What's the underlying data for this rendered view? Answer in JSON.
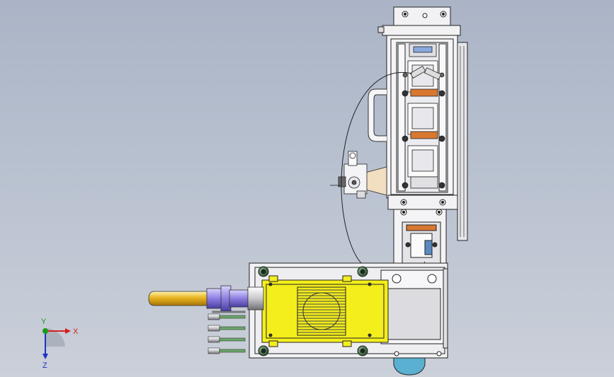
{
  "viewport": {
    "background_top": "#aab4c6",
    "background_bottom": "#cbd0d9"
  },
  "triad": {
    "x_label": "X",
    "y_label": "Y",
    "z_label": "Z",
    "x_color": "#d42020",
    "y_color": "#1a9a1a",
    "z_color": "#2030c8"
  },
  "model": {
    "housing_color": "#f4ee1c",
    "frame_color": "#f2f2f4",
    "hose_color": "#e8b420",
    "coupling_color": "#8c7ee0",
    "base_color": "#5ab0d0",
    "accent_color": "#d87830"
  }
}
